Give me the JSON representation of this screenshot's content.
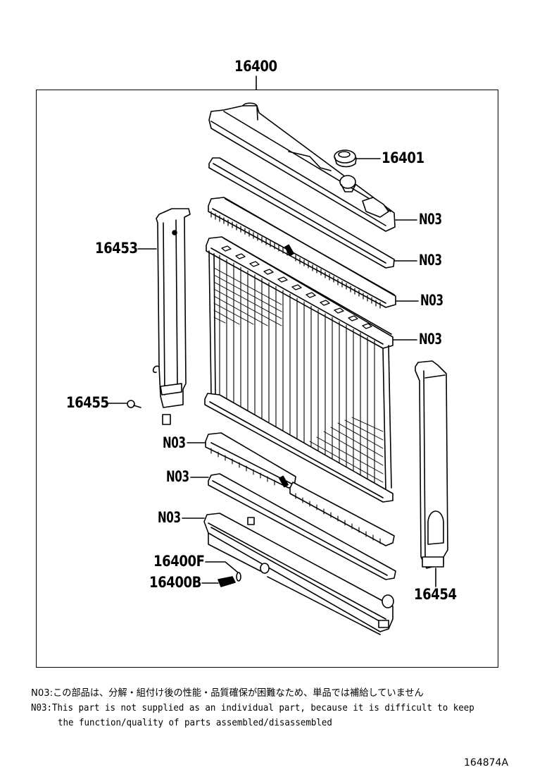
{
  "diagram": {
    "title_part_number": "16400",
    "frame": {
      "color": "#000000"
    },
    "callouts": [
      {
        "id": "16400",
        "label": "16400",
        "part": "radiator-assembly"
      },
      {
        "id": "16401",
        "label": "16401",
        "part": "radiator-cap"
      },
      {
        "id": "16453",
        "label": "16453",
        "part": "left-support-bracket"
      },
      {
        "id": "16455",
        "label": "16455",
        "part": "bolt"
      },
      {
        "id": "16454",
        "label": "16454",
        "part": "right-support-bracket"
      },
      {
        "id": "16400F",
        "label": "16400F",
        "part": "drain-cock-gasket"
      },
      {
        "id": "16400B",
        "label": "16400B",
        "part": "drain-cock-plug"
      },
      {
        "id": "n03_1",
        "label": "N03",
        "part": "upper-tank"
      },
      {
        "id": "n03_2",
        "label": "N03",
        "part": "upper-tank-gasket"
      },
      {
        "id": "n03_3",
        "label": "N03",
        "part": "upper-core-plate"
      },
      {
        "id": "n03_4",
        "label": "N03",
        "part": "radiator-core"
      },
      {
        "id": "n03_5",
        "label": "N03",
        "part": "lower-core-plate"
      },
      {
        "id": "n03_6",
        "label": "N03",
        "part": "lower-tank-gasket"
      },
      {
        "id": "n03_7",
        "label": "N03",
        "part": "lower-tank"
      }
    ]
  },
  "notes": {
    "jp": "N03:この部品は、分解・組付け後の性能・品質確保が困難なため、単品では補給していません",
    "en_line1": "N03:This part is not supplied as an individual part, because it is difficult to keep",
    "en_line2": "the function/quality of parts assembled/disassembled"
  },
  "illustration_code": "164874A"
}
